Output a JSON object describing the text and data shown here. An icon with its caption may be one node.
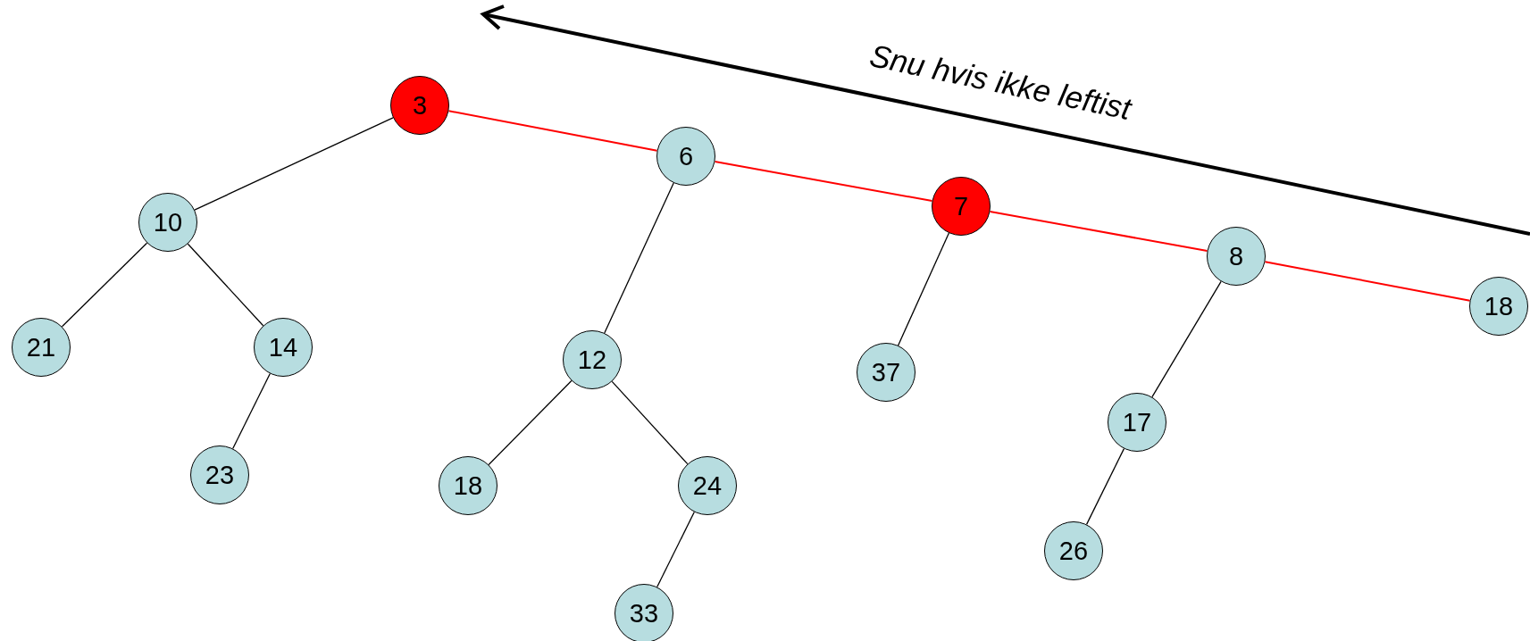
{
  "diagram": {
    "nodes": [
      {
        "text": [
          "3"
        ]
      },
      {
        "text": [
          "10"
        ]
      },
      {
        "text": [
          "21"
        ]
      },
      {
        "text": [
          "14"
        ]
      },
      {
        "text": [
          "23"
        ]
      },
      {
        "text": [
          "6"
        ]
      },
      {
        "text": [
          "12"
        ]
      },
      {
        "text": [
          "18"
        ]
      },
      {
        "text": [
          "24"
        ]
      },
      {
        "text": [
          "33"
        ]
      },
      {
        "text": [
          "7"
        ]
      },
      {
        "text": [
          "37"
        ]
      },
      {
        "text": [
          "8"
        ]
      },
      {
        "text": [
          "17"
        ]
      },
      {
        "text": [
          "26"
        ]
      },
      {
        "text": [
          "18"
        ]
      }
    ],
    "edges": [
      {
        "from": 0,
        "to": 1,
        "arrow": "none"
      },
      {
        "from": 1,
        "to": 2,
        "arrow": "none"
      },
      {
        "from": 1,
        "to": 3,
        "arrow": "none"
      },
      {
        "from": 3,
        "to": 4,
        "arrow": "none"
      },
      {
        "from": 0,
        "to": 5,
        "arrow": "none",
        "color": "#ff0000"
      },
      {
        "from": 5,
        "to": 6,
        "arrow": "none"
      },
      {
        "from": 6,
        "to": 7,
        "arrow": "none"
      },
      {
        "from": 6,
        "to": 8,
        "arrow": "none"
      },
      {
        "from": 8,
        "to": 9,
        "arrow": "none"
      },
      {
        "from": 5,
        "to": 10,
        "arrow": "none",
        "color": "#ff0000"
      },
      {
        "from": 10,
        "to": 11,
        "arrow": "none"
      },
      {
        "from": 10,
        "to": 12,
        "arrow": "none",
        "color": "#ff0000"
      },
      {
        "from": 12,
        "to": 13,
        "arrow": "none"
      },
      {
        "from": 13,
        "to": 14,
        "arrow": "none"
      },
      {
        "from": 12,
        "to": 15,
        "arrow": "none",
        "color": "#ff0000"
      }
    ],
    "labels": [
      "Snu hvis ikke leftist"
    ]
  }
}
